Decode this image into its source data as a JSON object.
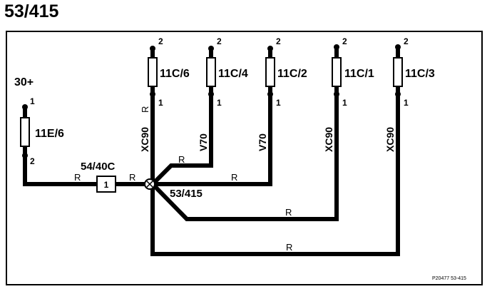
{
  "title": "53/415",
  "power_label": "30+",
  "fuse_left": {
    "label": "11E/6",
    "pin_top": "1",
    "pin_bottom": "2"
  },
  "fuses": [
    {
      "label": "11C/6",
      "pin_top": "2",
      "pin_bottom": "1",
      "wire_type": "XC90",
      "wire_color": "R"
    },
    {
      "label": "11C/4",
      "pin_top": "2",
      "pin_bottom": "1",
      "wire_type": "V70",
      "wire_color": "R"
    },
    {
      "label": "11C/2",
      "pin_top": "2",
      "pin_bottom": "1",
      "wire_type": "V70",
      "wire_color": "R"
    },
    {
      "label": "11C/1",
      "pin_top": "2",
      "pin_bottom": "1",
      "wire_type": "XC90",
      "wire_color": "R"
    },
    {
      "label": "11C/3",
      "pin_top": "2",
      "pin_bottom": "1",
      "wire_type": "XC90",
      "wire_color": "R"
    }
  ],
  "connector": {
    "label": "54/40C",
    "pin": "1"
  },
  "splice_label": "53/415",
  "wire_color_left": "R",
  "wire_color_left2": "R",
  "footer_code": "P20477  53-415"
}
